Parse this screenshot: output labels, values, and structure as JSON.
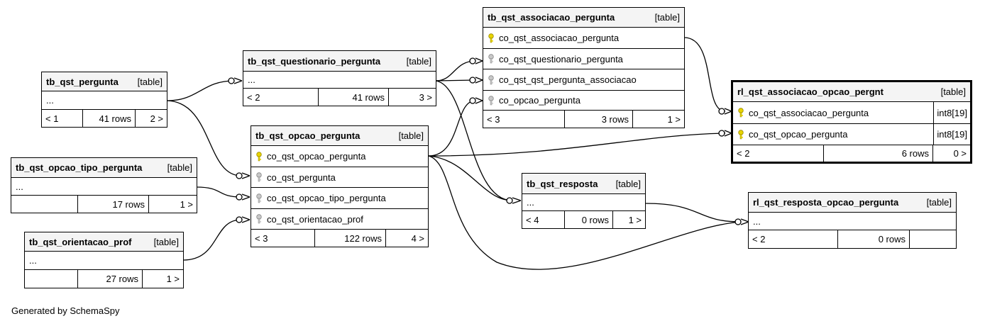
{
  "footer_text": "Generated by SchemaSpy",
  "table_tag": "[table]",
  "colors": {
    "primary_key": "#e8d400",
    "foreign_key": "#b0b0b0",
    "header_bg": "#f4f4f4"
  },
  "tables": {
    "tb_qst_pergunta": {
      "name": "tb_qst_pergunta",
      "ellipsis": "...",
      "prev": "< 1",
      "rows": "41 rows",
      "next": "2 >"
    },
    "tb_qst_opcao_tipo_pergunta": {
      "name": "tb_qst_opcao_tipo_pergunta",
      "ellipsis": "...",
      "prev": "",
      "rows": "17 rows",
      "next": "1 >"
    },
    "tb_qst_orientacao_prof": {
      "name": "tb_qst_orientacao_prof",
      "ellipsis": "...",
      "prev": "",
      "rows": "27 rows",
      "next": "1 >"
    },
    "tb_qst_questionario_pergunta": {
      "name": "tb_qst_questionario_pergunta",
      "ellipsis": "...",
      "prev": "< 2",
      "rows": "41 rows",
      "next": "3 >"
    },
    "tb_qst_opcao_pergunta": {
      "name": "tb_qst_opcao_pergunta",
      "columns": [
        {
          "name": "co_qst_opcao_pergunta",
          "key": "primary"
        },
        {
          "name": "co_qst_pergunta",
          "key": "foreign"
        },
        {
          "name": "co_qst_opcao_tipo_pergunta",
          "key": "foreign"
        },
        {
          "name": "co_qst_orientacao_prof",
          "key": "foreign"
        }
      ],
      "prev": "< 3",
      "rows": "122 rows",
      "next": "4 >"
    },
    "tb_qst_associacao_pergunta": {
      "name": "tb_qst_associacao_pergunta",
      "columns": [
        {
          "name": "co_qst_associacao_pergunta",
          "key": "primary"
        },
        {
          "name": "co_qst_questionario_pergunta",
          "key": "foreign"
        },
        {
          "name": "co_qst_qst_pergunta_associacao",
          "key": "foreign"
        },
        {
          "name": "co_opcao_pergunta",
          "key": "foreign"
        }
      ],
      "prev": "< 3",
      "rows": "3 rows",
      "next": "1 >"
    },
    "rl_qst_associacao_opcao_pergnt": {
      "name": "rl_qst_associacao_opcao_pergnt",
      "columns": [
        {
          "name": "co_qst_associacao_pergunta",
          "type": "int8[19]",
          "key": "primary"
        },
        {
          "name": "co_qst_opcao_pergunta",
          "type": "int8[19]",
          "key": "primary"
        }
      ],
      "prev": "< 2",
      "rows": "6 rows",
      "next": "0 >"
    },
    "tb_qst_resposta": {
      "name": "tb_qst_resposta",
      "ellipsis": "...",
      "prev": "< 4",
      "rows": "0 rows",
      "next": "1 >"
    },
    "rl_qst_resposta_opcao_pergunta": {
      "name": "rl_qst_resposta_opcao_pergunta",
      "ellipsis": "...",
      "prev": "< 2",
      "rows": "0 rows",
      "next": ""
    }
  }
}
